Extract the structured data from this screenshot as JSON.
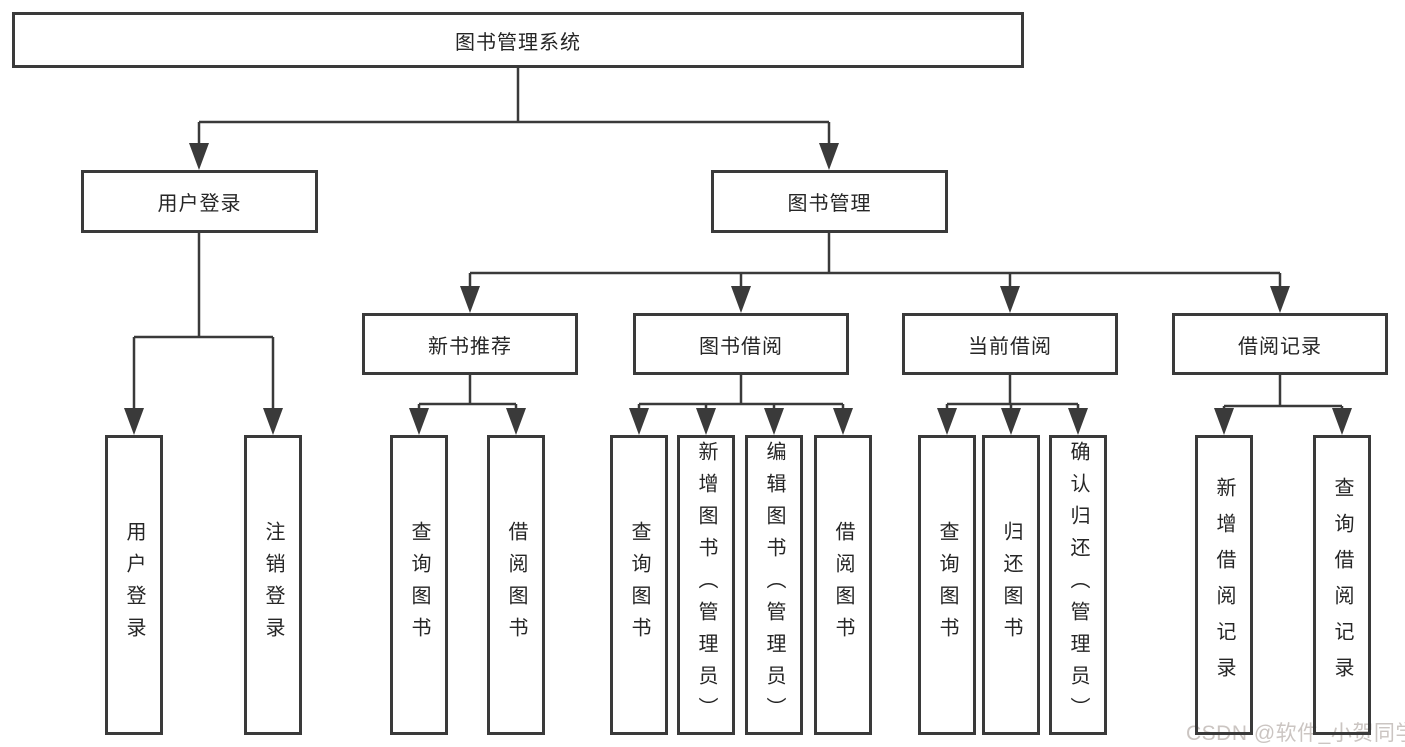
{
  "diagram": {
    "nodes": {
      "root": {
        "label": "图书管理系统"
      },
      "user_login": {
        "label": "用户登录"
      },
      "book_mgmt": {
        "label": "图书管理"
      },
      "new_book_rec": {
        "label": "新书推荐"
      },
      "book_borrow": {
        "label": "图书借阅"
      },
      "current_borrow": {
        "label": "当前借阅"
      },
      "borrow_records": {
        "label": "借阅记录"
      },
      "leaf_user_login": {
        "label": "用户登录"
      },
      "leaf_logout": {
        "label": "注销登录"
      },
      "leaf_rec_query": {
        "label": "查询图书"
      },
      "leaf_rec_borrow": {
        "label": "借阅图书"
      },
      "leaf_bb_query": {
        "label": "查询图书"
      },
      "leaf_bb_add": {
        "label": "新增图书（管理员）"
      },
      "leaf_bb_edit": {
        "label": "编辑图书（管理员）"
      },
      "leaf_bb_borrow": {
        "label": "借阅图书"
      },
      "leaf_cb_query": {
        "label": "查询图书"
      },
      "leaf_cb_return": {
        "label": "归还图书"
      },
      "leaf_cb_confirm": {
        "label": "确认归还（管理员）"
      },
      "leaf_br_add": {
        "label": "新增借阅记录"
      },
      "leaf_br_query": {
        "label": "查询借阅记录"
      }
    }
  },
  "watermark": {
    "text": "CSDN @软件_小贺同学"
  },
  "colors": {
    "line": "#3a3a3a",
    "text": "#262626",
    "box_fill": "#ffffff",
    "watermark_text": "#cbc5c2",
    "background": "#ffffff"
  }
}
